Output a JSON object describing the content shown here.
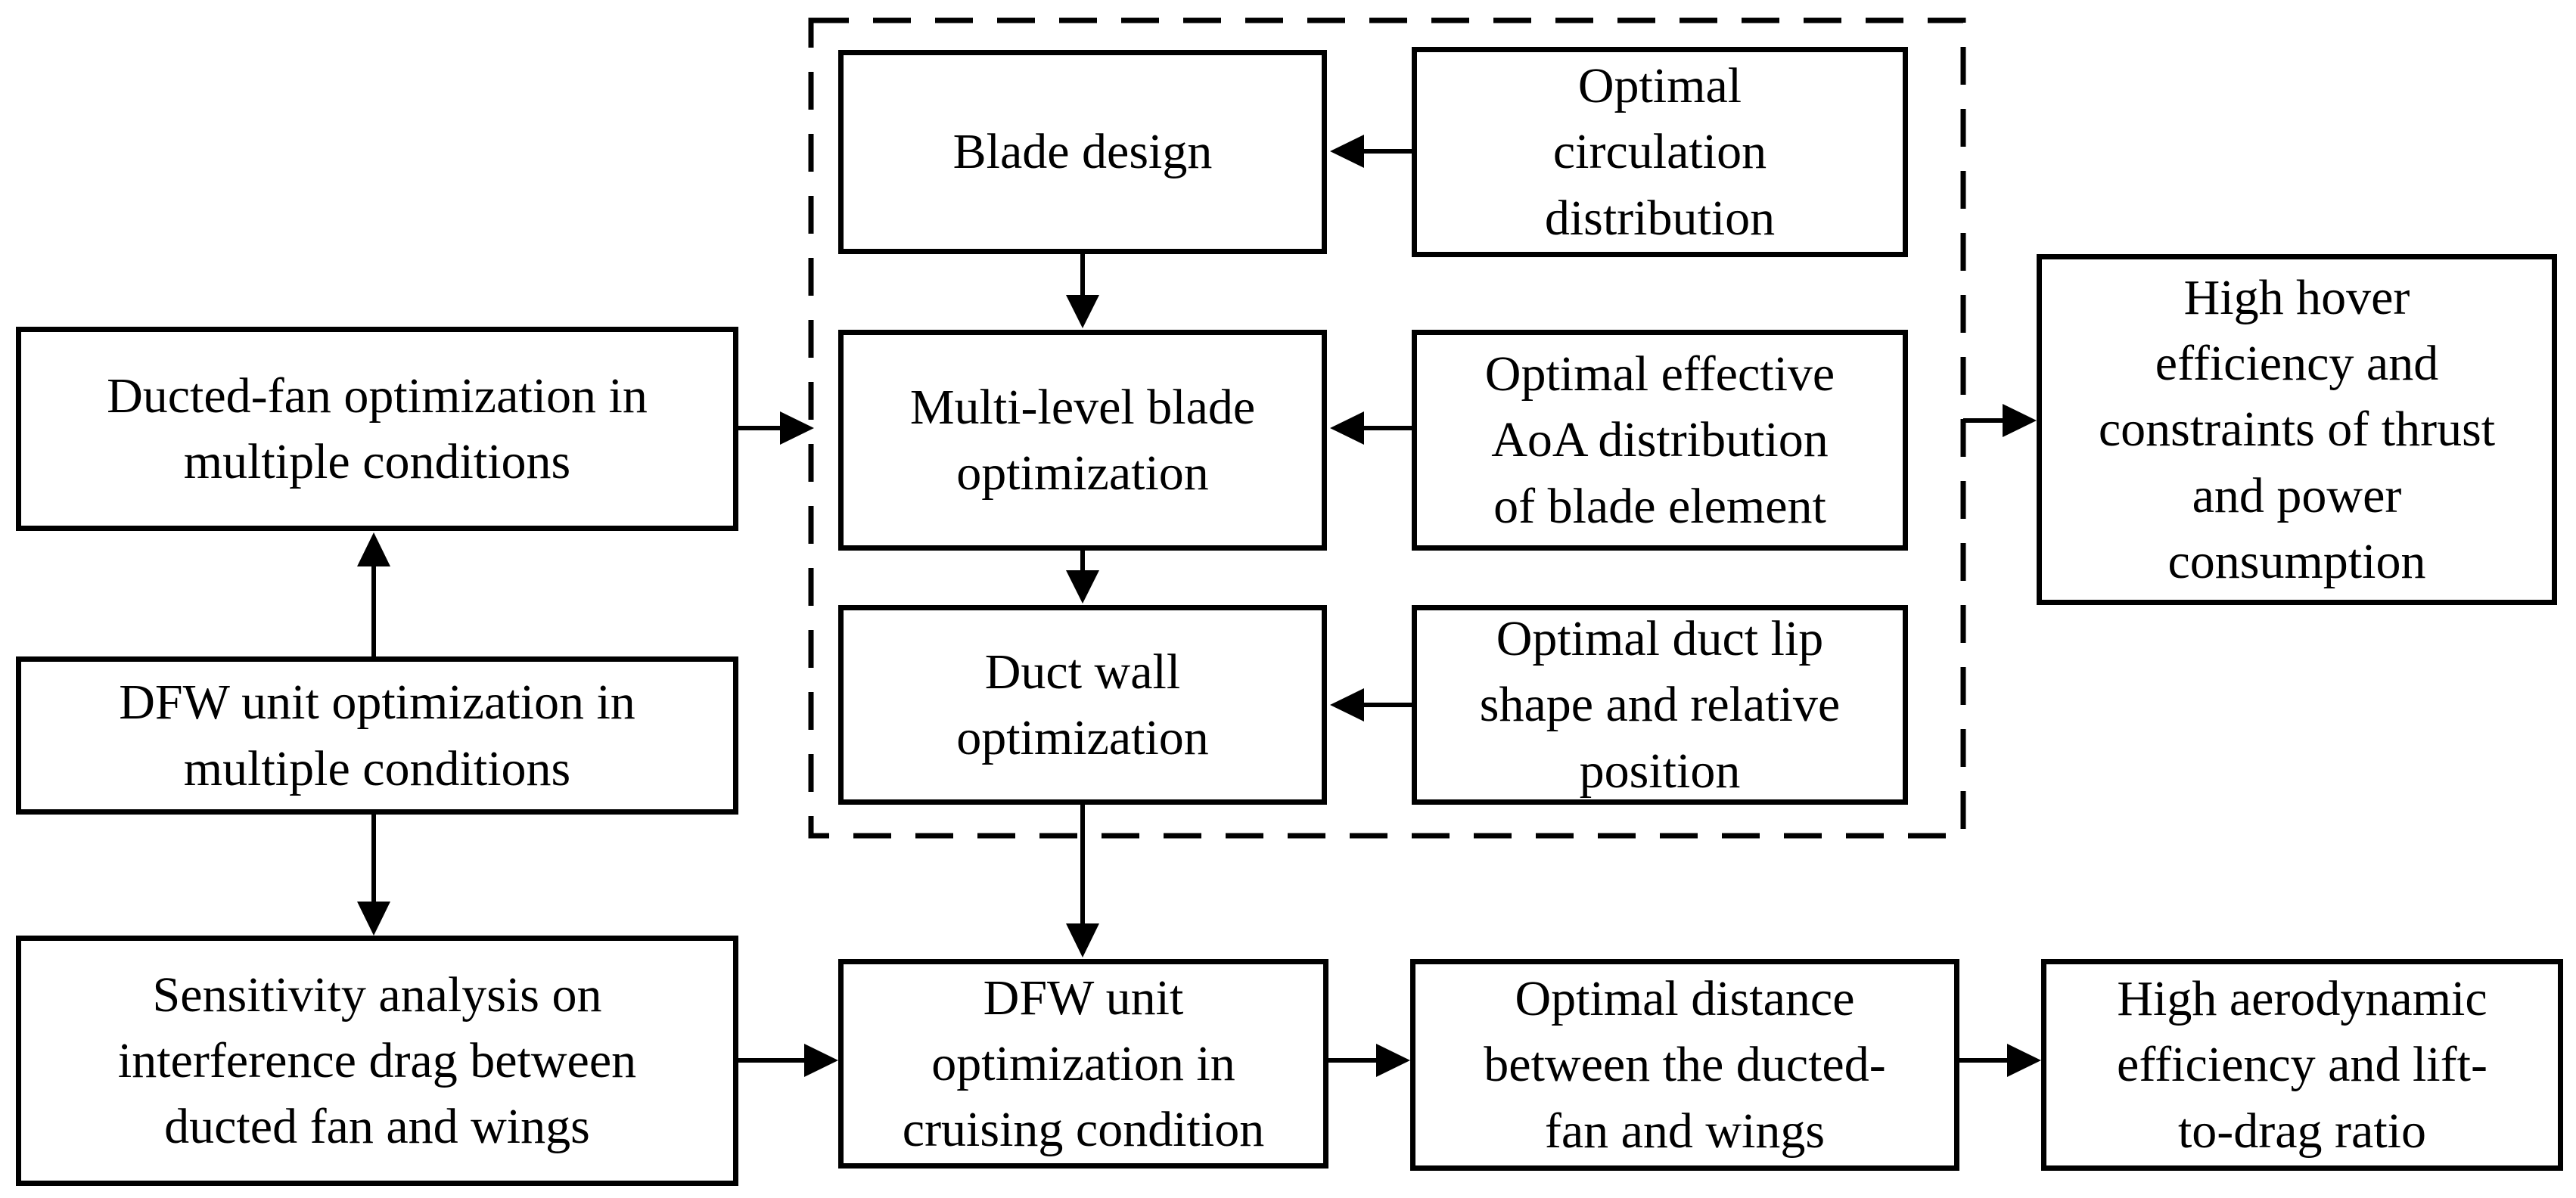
{
  "figure": {
    "type": "flowchart",
    "colors": {
      "ink": "#000000",
      "background": "#ffffff"
    },
    "boxes": {
      "ducted_fan": {
        "label": "Ducted-fan optimization in\nmultiple conditions"
      },
      "dfw_multi": {
        "label": "DFW unit optimization in\nmultiple conditions"
      },
      "sensitivity": {
        "label": "Sensitivity analysis on\ninterference drag between\nducted fan and wings"
      },
      "blade_design": {
        "label": "Blade design"
      },
      "circulation": {
        "label": "Optimal\ncirculation\ndistribution"
      },
      "multi_level": {
        "label": "Multi-level blade\noptimization"
      },
      "aoa": {
        "label": "Optimal effective\nAoA distribution\nof blade element"
      },
      "duct_wall": {
        "label": "Duct wall\noptimization"
      },
      "duct_lip": {
        "label": "Optimal duct lip\nshape and relative\nposition"
      },
      "high_hover": {
        "label": "High hover\nefficiency and\nconstraints of thrust\nand power\nconsumption"
      },
      "dfw_cruise": {
        "label": "DFW unit\noptimization in\ncruising condition"
      },
      "opt_distance": {
        "label": "Optimal distance\nbetween the ducted-\nfan and wings"
      },
      "high_aero": {
        "label": "High aerodynamic\nefficiency and lift-\nto-drag ratio"
      }
    },
    "connections": [
      {
        "from": "ducted_fan",
        "to": "dashed_group",
        "direction": "right"
      },
      {
        "from": "dfw_multi",
        "to": "ducted_fan",
        "direction": "up"
      },
      {
        "from": "dfw_multi",
        "to": "sensitivity",
        "direction": "down"
      },
      {
        "from": "circulation",
        "to": "blade_design",
        "direction": "left"
      },
      {
        "from": "aoa",
        "to": "multi_level",
        "direction": "left"
      },
      {
        "from": "duct_lip",
        "to": "duct_wall",
        "direction": "left"
      },
      {
        "from": "blade_design",
        "to": "multi_level",
        "direction": "down"
      },
      {
        "from": "multi_level",
        "to": "duct_wall",
        "direction": "down"
      },
      {
        "from": "duct_wall",
        "to": "dfw_cruise",
        "direction": "down"
      },
      {
        "from": "dashed_group",
        "to": "high_hover",
        "direction": "right"
      },
      {
        "from": "sensitivity",
        "to": "dfw_cruise",
        "direction": "right"
      },
      {
        "from": "dfw_cruise",
        "to": "opt_distance",
        "direction": "right"
      },
      {
        "from": "opt_distance",
        "to": "high_aero",
        "direction": "right"
      }
    ]
  }
}
